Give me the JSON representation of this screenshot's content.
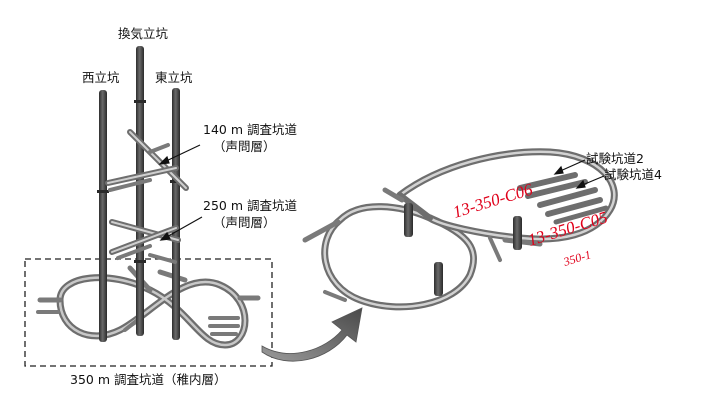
{
  "labels": {
    "ventilation_shaft": "換気立坑",
    "west_shaft": "西立坑",
    "east_shaft": "東立坑",
    "gallery_140": "140 m 調査坑道",
    "layer_140": "（声問層）",
    "gallery_250": "250 m 調査坑道",
    "layer_250": "（声問層）",
    "gallery_350": "350 m 調査坑道（稚内層）",
    "test_gallery_2": "試験坑道2",
    "test_gallery_4": "試験坑道4"
  },
  "borehole_labels": {
    "c06": "13-350-C06",
    "c05": "13-350-C05",
    "b350_1": "350-1"
  },
  "colors": {
    "tunnel": "#8c8c8c",
    "shaft": "#4a4a4a",
    "borehole_text": "#e0001a",
    "arrow": "#5a5a5a"
  }
}
